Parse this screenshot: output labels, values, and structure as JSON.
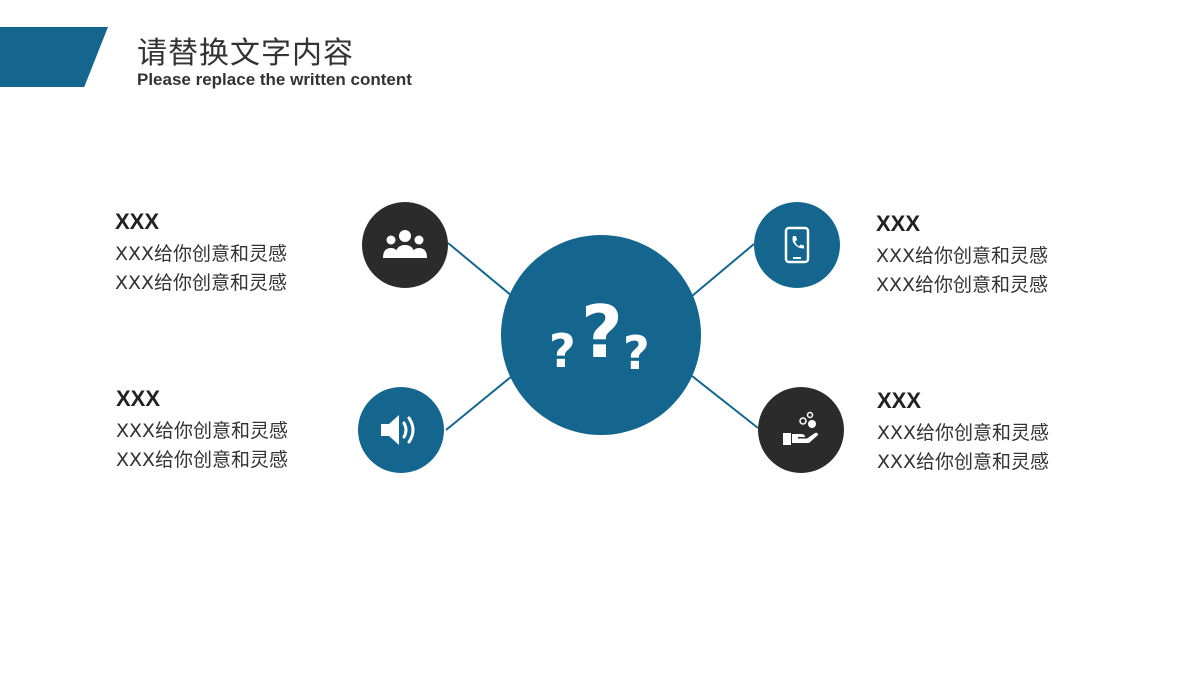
{
  "header": {
    "title": "请替换文字内容",
    "subtitle": "Please replace the written content",
    "accent_color": "#14668f"
  },
  "center": {
    "icon": "question-marks-icon",
    "color": "#14668f"
  },
  "nodes": [
    {
      "id": "top-left",
      "icon": "people-group-icon",
      "circle_color": "#2b2b2b",
      "title": "XXX",
      "lines": [
        "XXX给你创意和灵感",
        "XXX给你创意和灵感"
      ]
    },
    {
      "id": "top-right",
      "icon": "phone-icon",
      "circle_color": "#14668f",
      "title": "XXX",
      "lines": [
        "XXX给你创意和灵感",
        "XXX给你创意和灵感"
      ]
    },
    {
      "id": "bottom-left",
      "icon": "speaker-icon",
      "circle_color": "#14668f",
      "title": "XXX",
      "lines": [
        "XXX给你创意和灵感",
        "XXX给你创意和灵感"
      ]
    },
    {
      "id": "bottom-right",
      "icon": "hand-coins-icon",
      "circle_color": "#2b2b2b",
      "title": "XXX",
      "lines": [
        "XXX给你创意和灵感",
        "XXX给你创意和灵感"
      ]
    }
  ]
}
